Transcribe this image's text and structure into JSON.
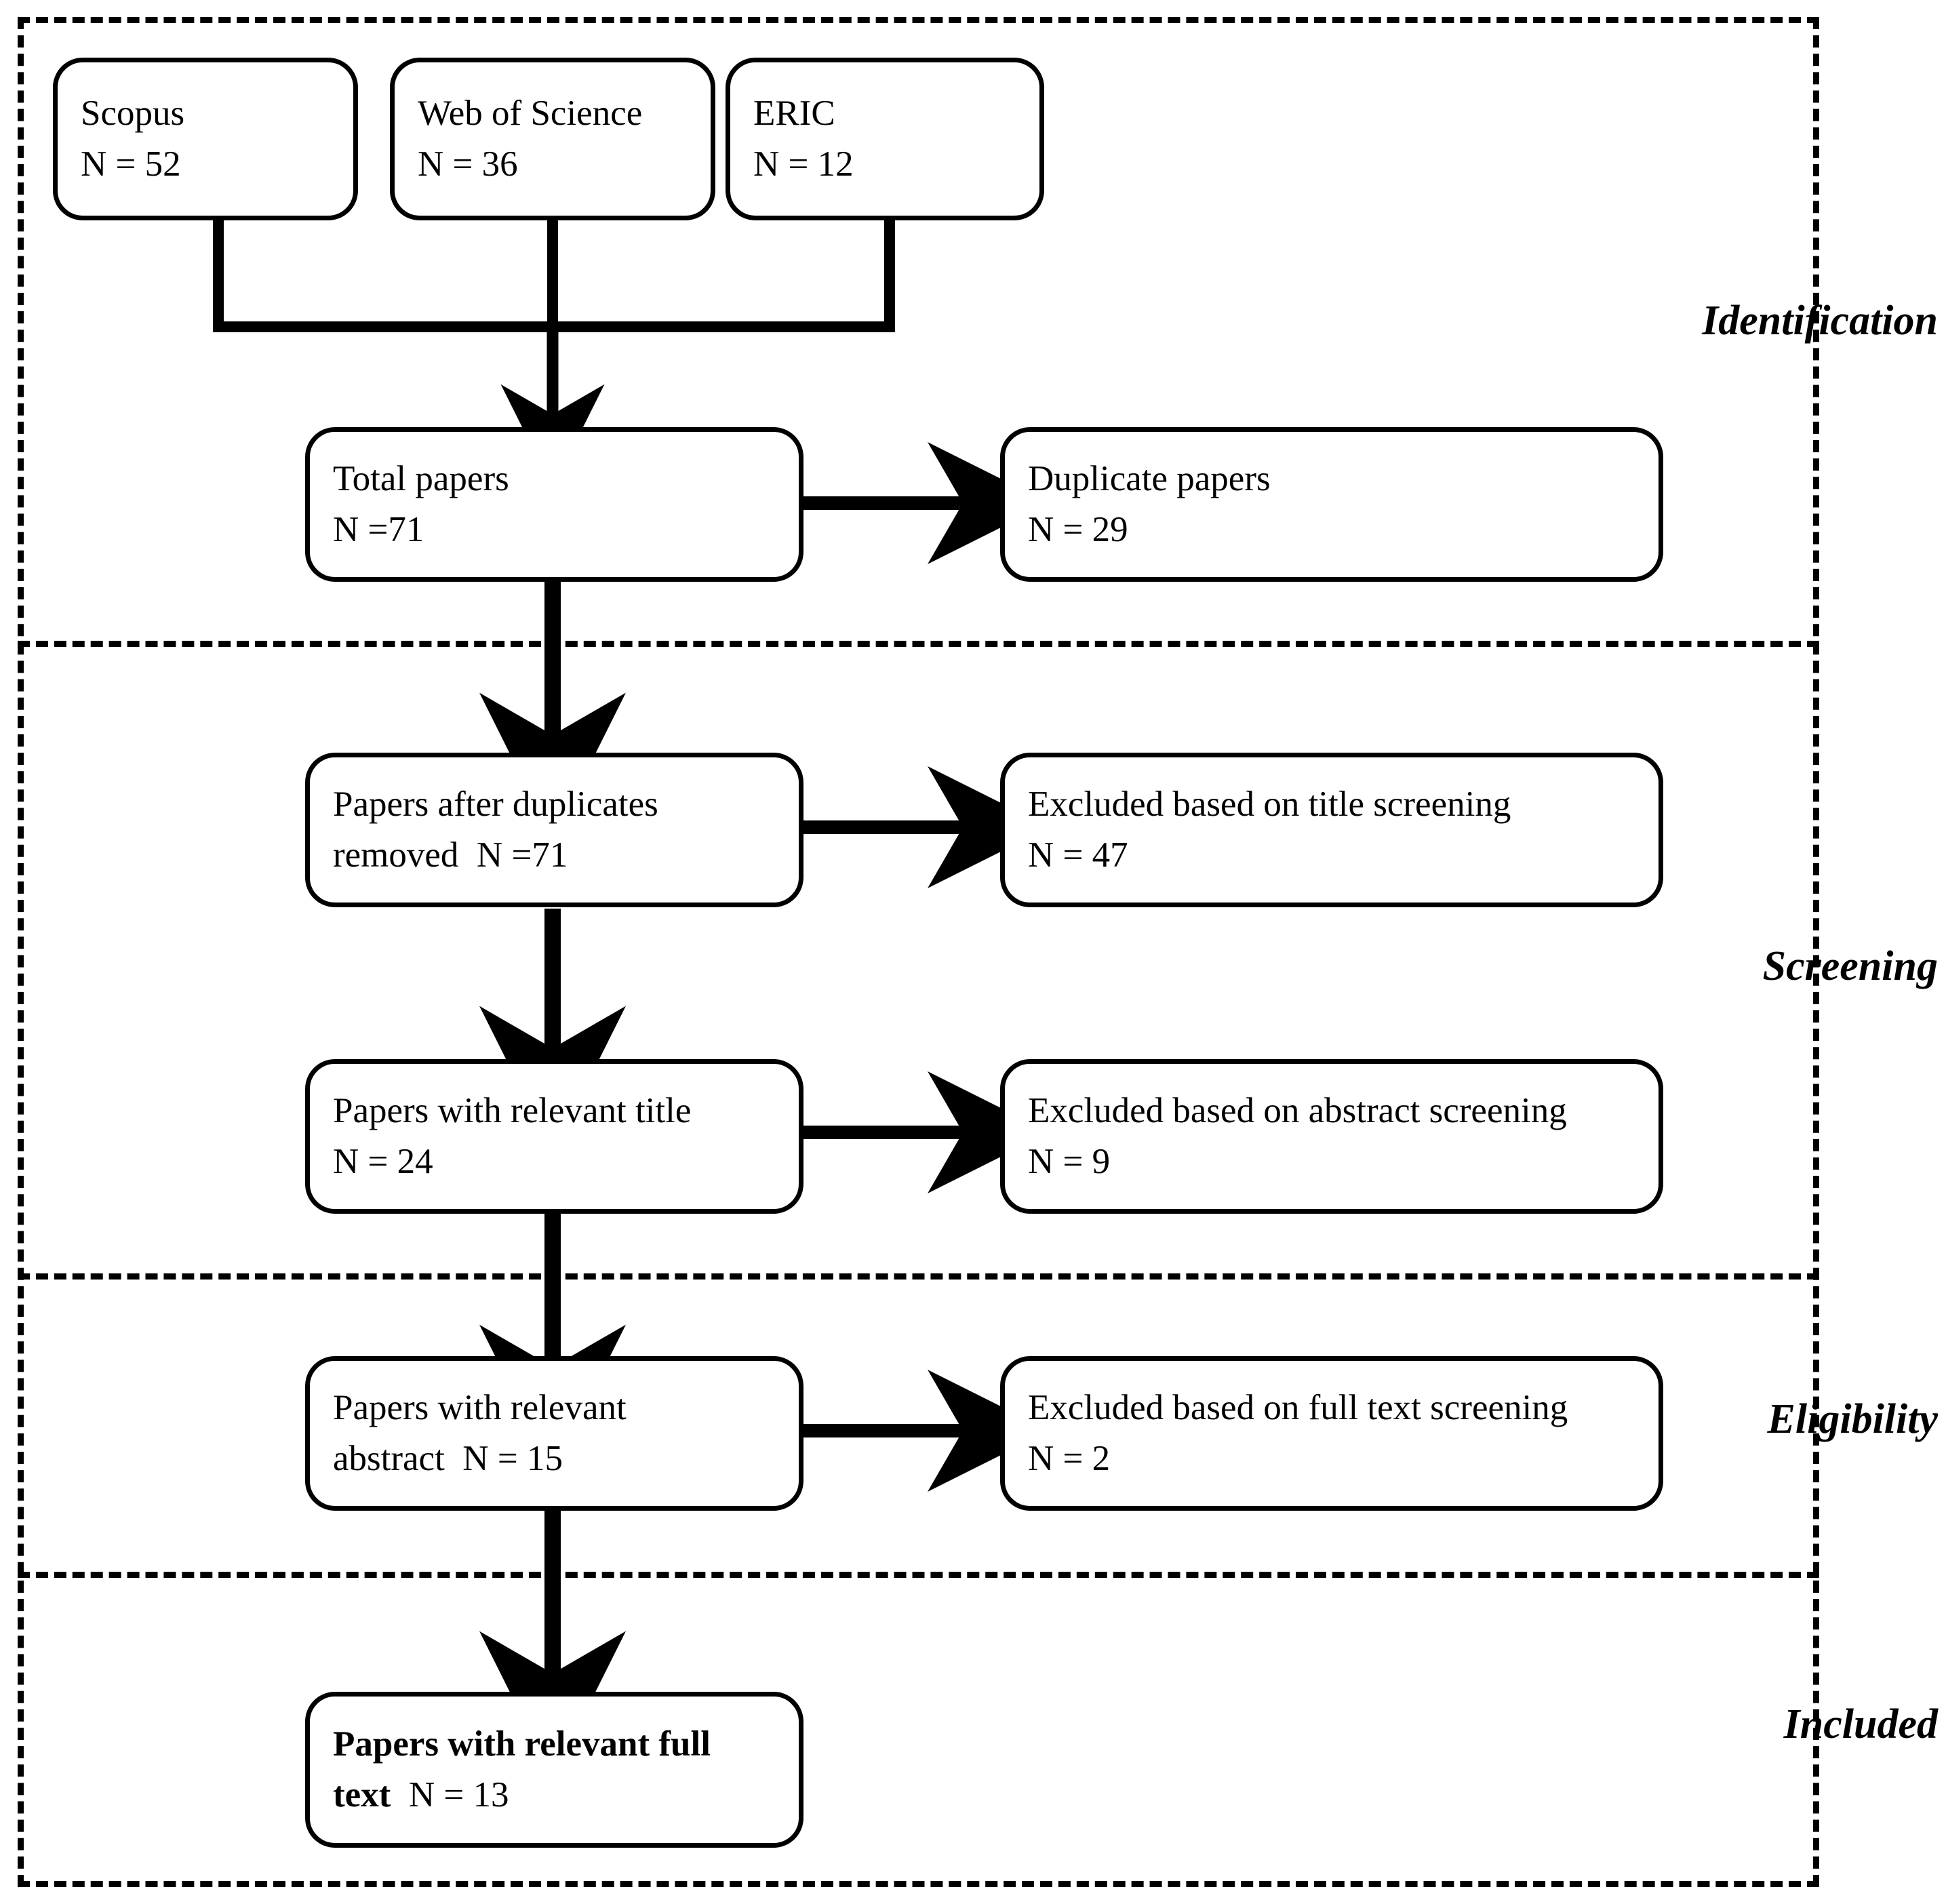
{
  "diagram": {
    "title": "PRISMA flow diagram",
    "line_color": "#000000",
    "box_fill": "#ffffff"
  },
  "stages": [
    {
      "id": "identification",
      "label": "Identification"
    },
    {
      "id": "screening",
      "label": "Screening"
    },
    {
      "id": "eligibility",
      "label": "Eligibility"
    },
    {
      "id": "included",
      "label": "Included"
    }
  ],
  "sources": [
    {
      "id": "scopus",
      "name": "Scopus",
      "count_label": "N = 52",
      "n": 52
    },
    {
      "id": "web-of-science",
      "name": "Web of Science",
      "count_label": "N = 36",
      "n": 36
    },
    {
      "id": "eric",
      "name": "ERIC",
      "count_label": "N = 12",
      "n": 12
    }
  ],
  "flow": [
    {
      "id": "total-papers",
      "line1": "Total papers",
      "line2": "N =71",
      "n": 71,
      "excluded": {
        "id": "duplicate-papers",
        "line1": "Duplicate papers",
        "line2": "N = 29",
        "n": 29
      }
    },
    {
      "id": "papers-after-duplicates-removed",
      "line1": "Papers after duplicates",
      "line2": "removed  N =71",
      "n": 71,
      "excluded": {
        "id": "excluded-title-screening",
        "line1": "Excluded based on title screening",
        "line2": "N = 47",
        "n": 47
      }
    },
    {
      "id": "papers-with-relevant-title",
      "line1": "Papers with relevant title",
      "line2": "N = 24",
      "n": 24,
      "excluded": {
        "id": "excluded-abstract-screening",
        "line1": "Excluded based on abstract screening",
        "line2": "N = 9",
        "n": 9
      }
    },
    {
      "id": "papers-with-relevant-abstract",
      "line1": "Papers with relevant",
      "line2": "abstract  N = 15",
      "n": 15,
      "excluded": {
        "id": "excluded-full-text-screening",
        "line1": "Excluded based on full text screening",
        "line2": "N = 2",
        "n": 2
      }
    }
  ],
  "result": {
    "id": "papers-with-relevant-full-text",
    "line1": "Papers with relevant full",
    "line2_bold": "text",
    "line2_rest": "  N = 13",
    "n": 13
  }
}
